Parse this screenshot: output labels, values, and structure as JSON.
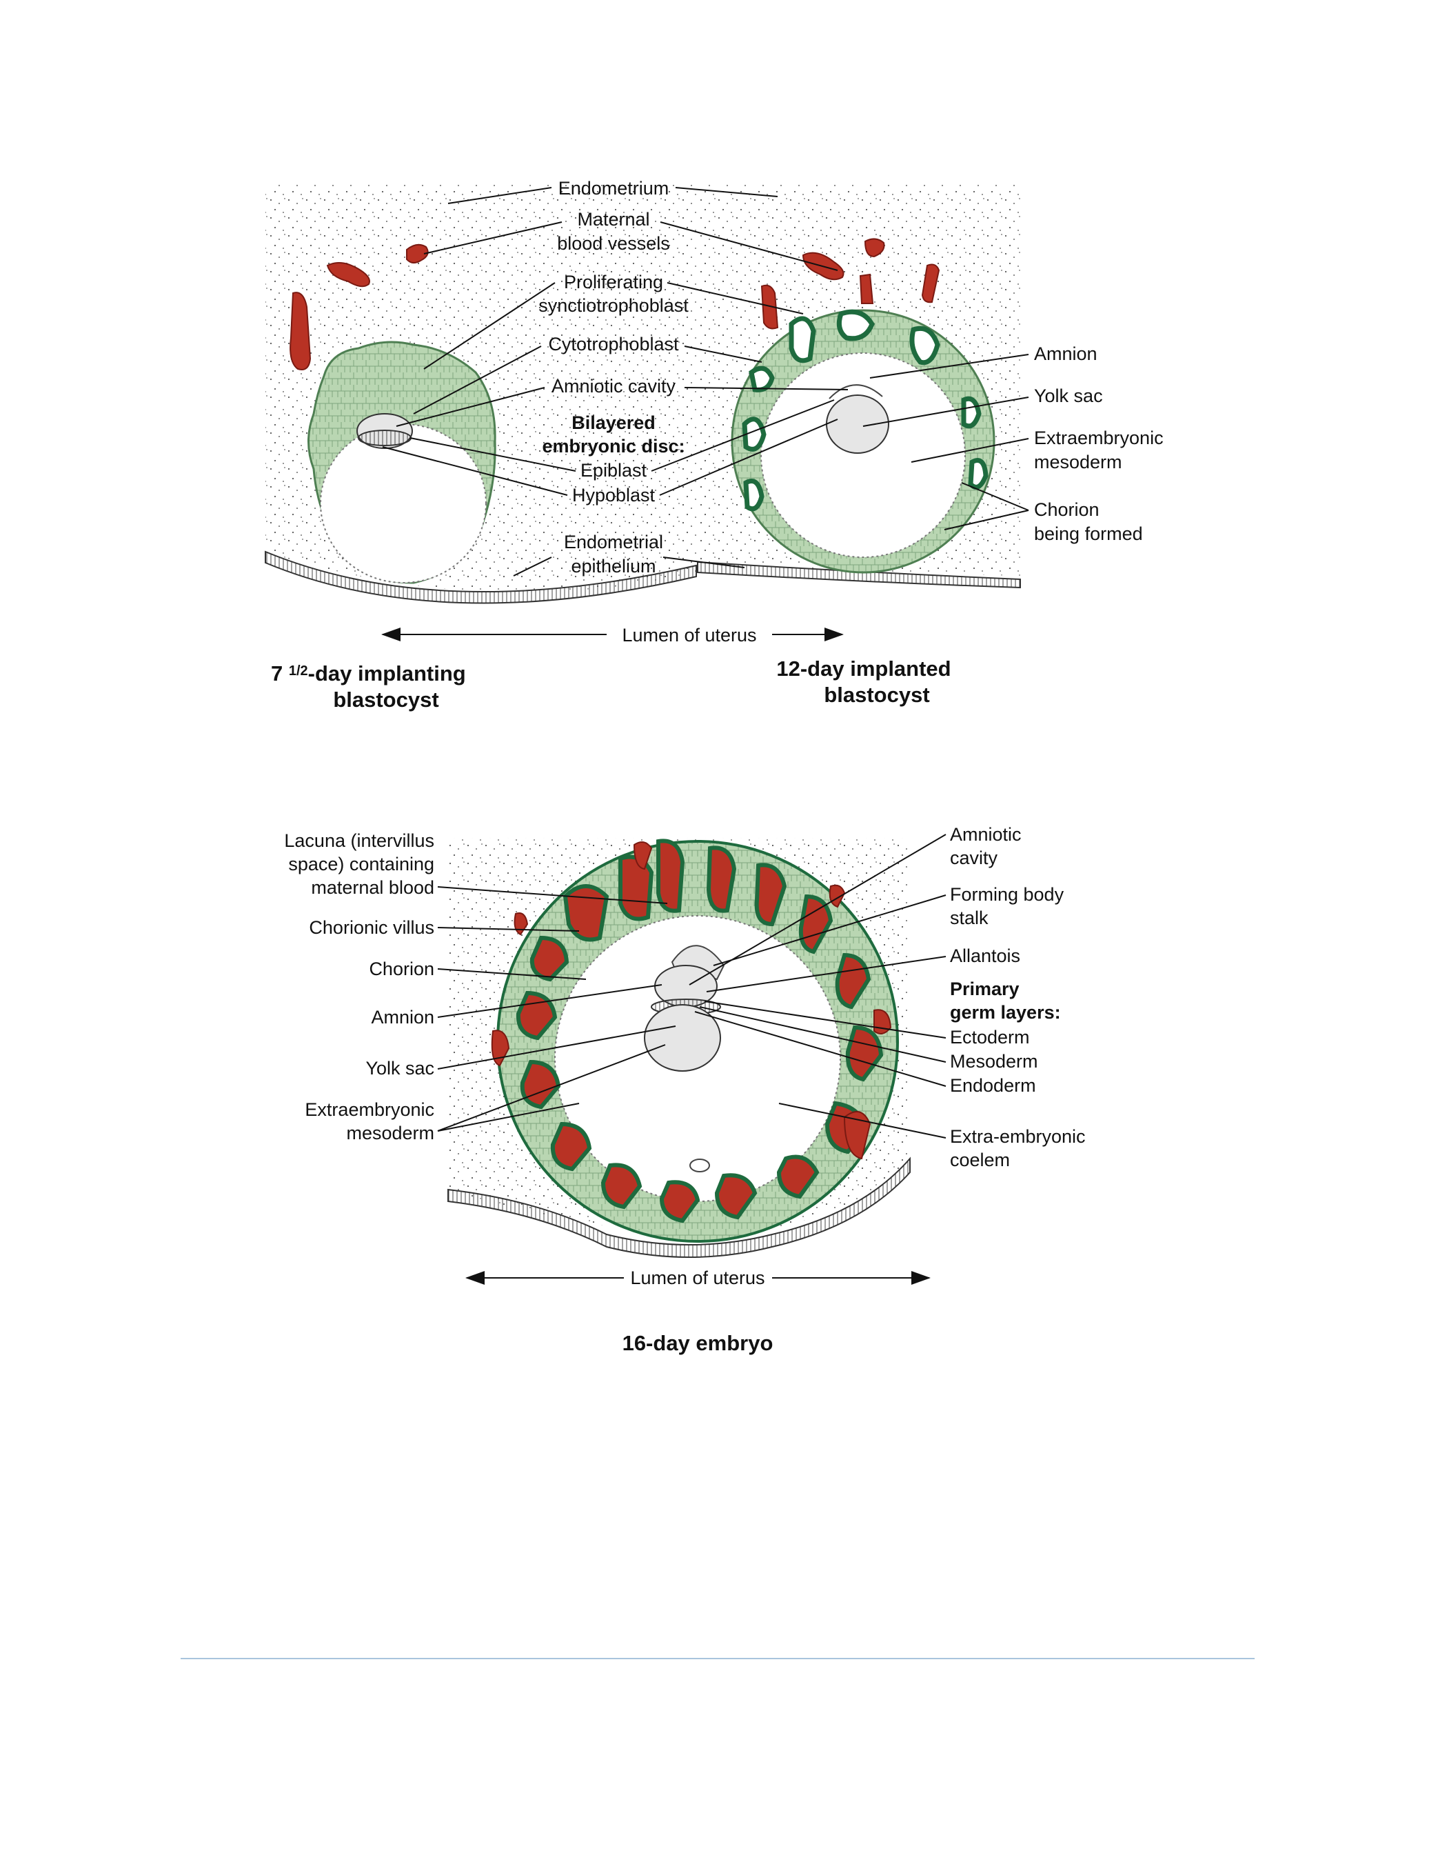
{
  "figure_a": {
    "labels": {
      "endometrium": "Endometrium",
      "maternal_vessels_1": "Maternal",
      "maternal_vessels_2": "blood vessels",
      "proliferating_1": "Proliferating",
      "proliferating_2": "synctiotrophoblast",
      "cytotrophoblast": "Cytotrophoblast",
      "amniotic_cavity": "Amniotic cavity",
      "bilayered_1": "Bilayered",
      "bilayered_2": "embryonic disc:",
      "epiblast": "Epiblast",
      "hypoblast": "Hypoblast",
      "endometrial_epithelium_1": "Endometrial",
      "endometrial_epithelium_2": "epithelium",
      "amnion": "Amnion",
      "yolk_sac": "Yolk sac",
      "extraembryonic_mesoderm_1": "Extraembryonic",
      "extraembryonic_mesoderm_2": "mesoderm",
      "chorion_1": "Chorion",
      "chorion_2": "being formed",
      "lumen": "Lumen of uterus"
    },
    "left_title_prefix": "7 ",
    "left_title_fraction": "1/2",
    "left_title_suffix": "-day implanting",
    "left_title_2": "blastocyst",
    "right_title_1": "12-day implanted",
    "right_title_2": "blastocyst"
  },
  "figure_b": {
    "labels": {
      "lacuna_1": "Lacuna (intervillus",
      "lacuna_2": "space) containing",
      "lacuna_3": "maternal blood",
      "chorionic_villus": "Chorionic villus",
      "chorion": "Chorion",
      "amnion": "Amnion",
      "yolk_sac": "Yolk sac",
      "extraembryonic_mesoderm_1": "Extraembryonic",
      "extraembryonic_mesoderm_2": "mesoderm",
      "amniotic_cavity_1": "Amniotic",
      "amniotic_cavity_2": "cavity",
      "body_stalk_1": "Forming body",
      "body_stalk_2": "stalk",
      "allantois": "Allantois",
      "primary_1": "Primary",
      "primary_2": "germ layers:",
      "ectoderm": "Ectoderm",
      "mesoderm": "Mesoderm",
      "endoderm": "Endoderm",
      "coelem_1": "Extra-embryonic",
      "coelem_2": "coelem",
      "lumen": "Lumen of uterus"
    },
    "title": "16-day embryo"
  },
  "colors": {
    "maternal_blood": "#b83224",
    "trophoblast": "#b9d6b2",
    "syncytiotrophoblast_outline": "#1e6b3e",
    "footer_rule": "#a9c4dd"
  }
}
